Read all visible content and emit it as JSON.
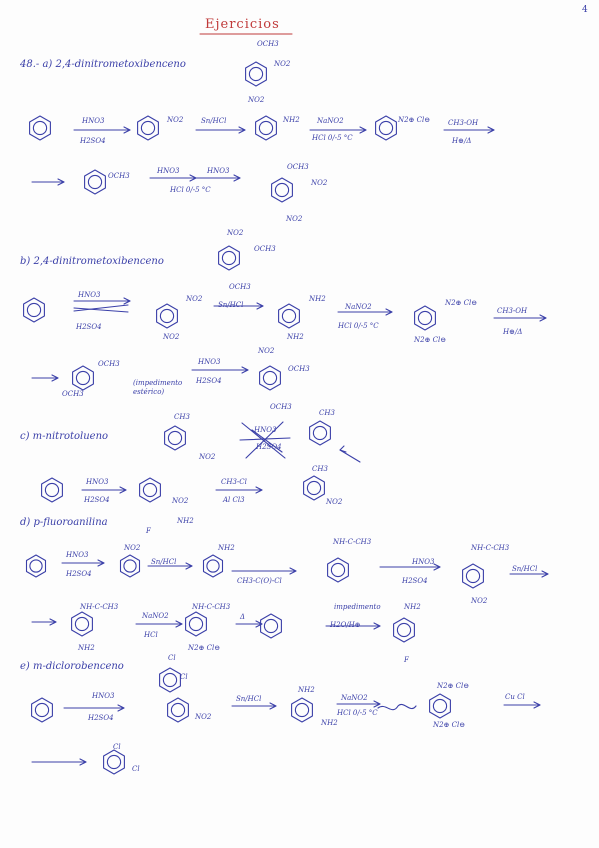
{
  "header": {
    "title": "Ejercicios",
    "page_number": "4"
  },
  "sections": {
    "a": {
      "label": "48.- a) 2,4-dinitrometoxibenceno"
    },
    "b": {
      "label": "b) 2,4-dinitrometoxibenceno"
    },
    "c": {
      "label": "c) m-nitrotolueno"
    },
    "d": {
      "label": "d) p-fluoroanilina"
    },
    "e": {
      "label": "e) m-diclorobenceno"
    }
  },
  "substituents": {
    "och3": "OCH3",
    "no2": "NO2",
    "nh2": "NH2",
    "ch3": "CH3",
    "f": "F",
    "cl": "Cl",
    "n2": "N2⊕ Cl⊖",
    "nhcoch3": "NH-C-CH3"
  },
  "reagents": {
    "a1_top": "HNO3",
    "a1_bot": "H2SO4",
    "a2_top": "Sn/HCl",
    "a3_top": "NaNO2",
    "a3_bot": "HCl 0/-5 °C",
    "a4_top": "CH3-OH",
    "a4_bot": "H⊕/Δ",
    "a5_top": "HNO3",
    "a5_top2": "HNO3",
    "a5_bot": "HCl 0/-5 °C",
    "b1_top": "HNO3",
    "b1_bot": "H2SO4",
    "b2_top": "Sn/HCl",
    "b3_top": "NaNO2",
    "b3_bot": "HCl 0/-5 °C",
    "b4_top": "CH3-OH",
    "b4_bot": "H⊕/Δ",
    "b5_top": "HNO3",
    "b5_bot": "H2SO4",
    "b_note": "(impedimento estérico)",
    "c1_top": "HNO3",
    "c1_bot": "H2SO4",
    "c2_top": "CH3-Cl",
    "c2_bot": "Al Cl3",
    "c_x_top": "HNO3",
    "c_x_bot": "H2SO4",
    "d1_top": "HNO3",
    "d1_bot": "H2SO4",
    "d2_top": "Sn/HCl",
    "d3_top": "CH3-C(O)-Cl",
    "d4_top": "HNO3",
    "d4_bot": "H2SO4",
    "d5_top": "Sn/HCl",
    "d6_top": "NaNO2",
    "d6_bot": "HCl",
    "d7_top": "Δ",
    "d7_note": "impedimento",
    "d7_bot": "H2O/H⊕",
    "e1_top": "HNO3",
    "e1_bot": "H2SO4",
    "e2_top": "Sn/HCl",
    "e3_top": "NaNO2",
    "e3_bot": "HCl 0/-5 °C",
    "e4_top": "Cu Cl"
  }
}
